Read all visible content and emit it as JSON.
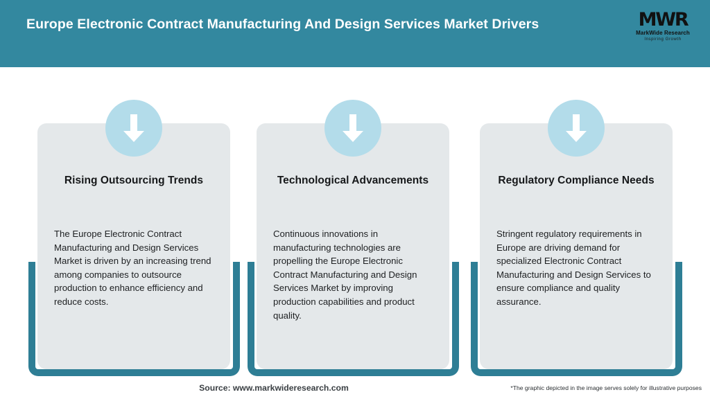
{
  "header": {
    "title": "Europe Electronic Contract Manufacturing And Design Services Market Drivers",
    "background_color": "#33889F",
    "logo": {
      "mark": "MWR",
      "name": "MarkWide Research",
      "tagline": "Inspiring Growth"
    }
  },
  "theme": {
    "accent_teal": "#2E7E95",
    "header_teal": "#33889F",
    "card_background": "#E4E8EA",
    "icon_circle": "#B3DCEA",
    "arrow_color": "#FFFFFF",
    "page_background": "#FFFFFF"
  },
  "cards": [
    {
      "icon": "arrow-down-icon",
      "title": "Rising Outsourcing Trends",
      "body": "The Europe Electronic Contract Manufacturing and Design Services Market is driven by an increasing trend among companies to outsource production to enhance efficiency and reduce costs."
    },
    {
      "icon": "arrow-down-icon",
      "title": "Technological Advancements",
      "body": "Continuous innovations in manufacturing technologies are propelling the Europe Electronic Contract Manufacturing and Design Services Market by improving production capabilities and product quality."
    },
    {
      "icon": "arrow-down-icon",
      "title": "Regulatory Compliance Needs",
      "body": "Stringent regulatory requirements in Europe are driving demand for specialized Electronic Contract Manufacturing and Design Services to ensure compliance and quality assurance."
    }
  ],
  "footer": {
    "source": "Source: www.markwideresearch.com",
    "disclaimer": "*The graphic depicted in the image serves solely for illustrative purposes"
  }
}
